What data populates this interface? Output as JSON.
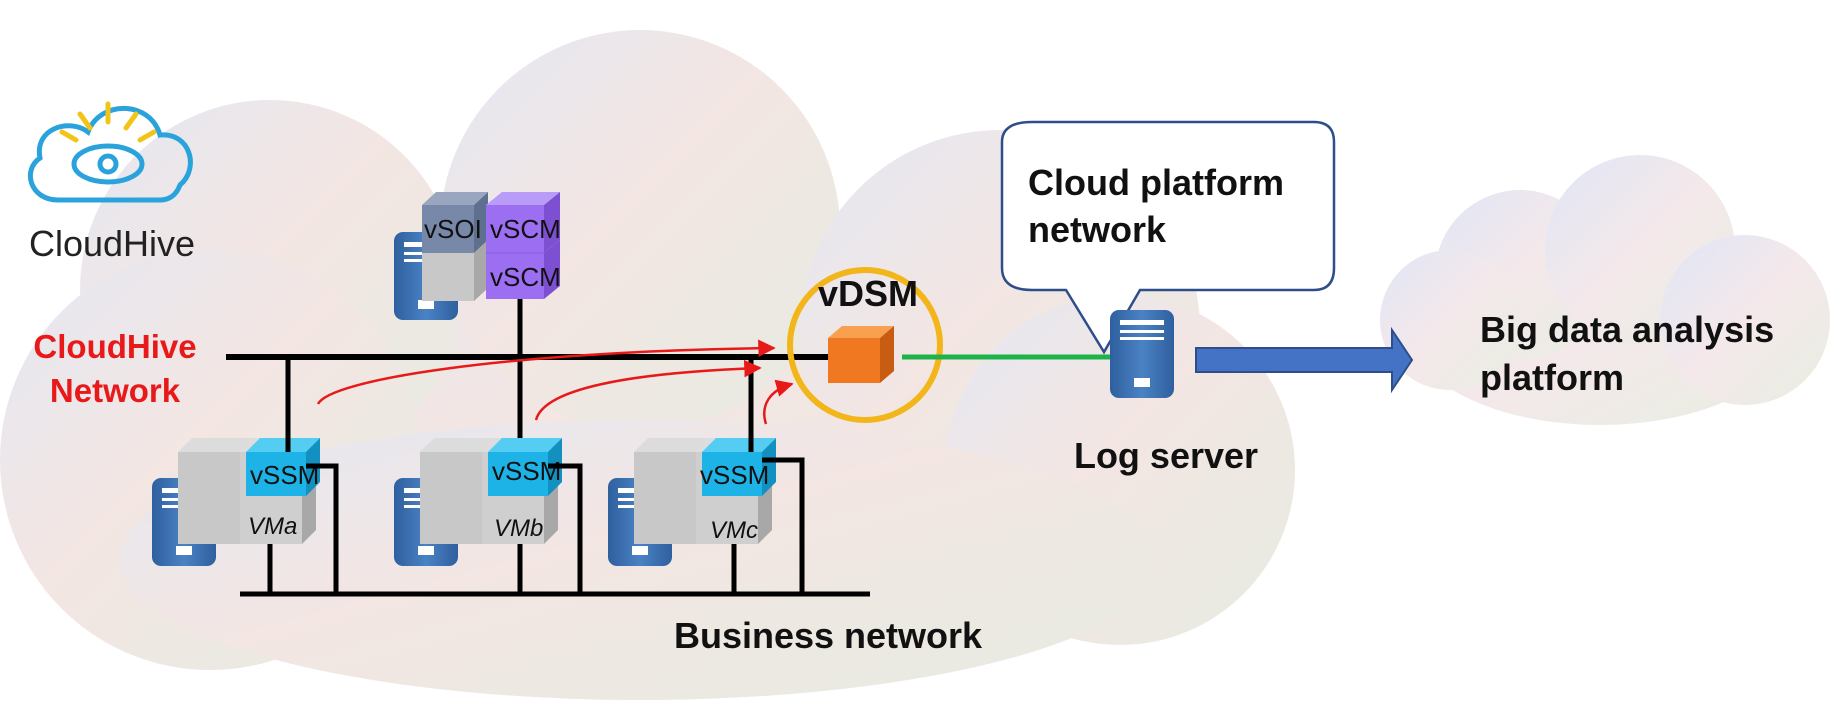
{
  "logo": {
    "name": "CloudHive",
    "icon": "cloud-eye-icon"
  },
  "networks": {
    "cloudhive": {
      "line1": "CloudHive",
      "line2": "Network",
      "color": "#e81919"
    },
    "business": "Business network",
    "cloud_platform": {
      "line1": "Cloud platform",
      "line2": "network"
    }
  },
  "top_cluster": {
    "soc": "vSOI",
    "scm_upper": "vSCM",
    "scm_lower": "vSCM"
  },
  "vms": [
    {
      "vm": "VMa",
      "module": "vSSM"
    },
    {
      "vm": "VMb",
      "module": "vSSM"
    },
    {
      "vm": "VMc",
      "module": "vSSM"
    }
  ],
  "vdsm": {
    "label": "vDSM",
    "ring_color": "#f2b51a",
    "box_color": "#f07820"
  },
  "log_server": "Log server",
  "big_data": {
    "line1": "Big data analysis",
    "line2": "platform"
  },
  "colors": {
    "server_blue": "#3a6fb0",
    "cube_cyan": "#1eb3e6",
    "cube_purple": "#9c6ef2",
    "cube_slate": "#7888a8",
    "cube_gray": "#c8c8c8",
    "link_green": "#1db34a",
    "arrow_blue": "#4472c4",
    "trace_red": "#e81919"
  }
}
